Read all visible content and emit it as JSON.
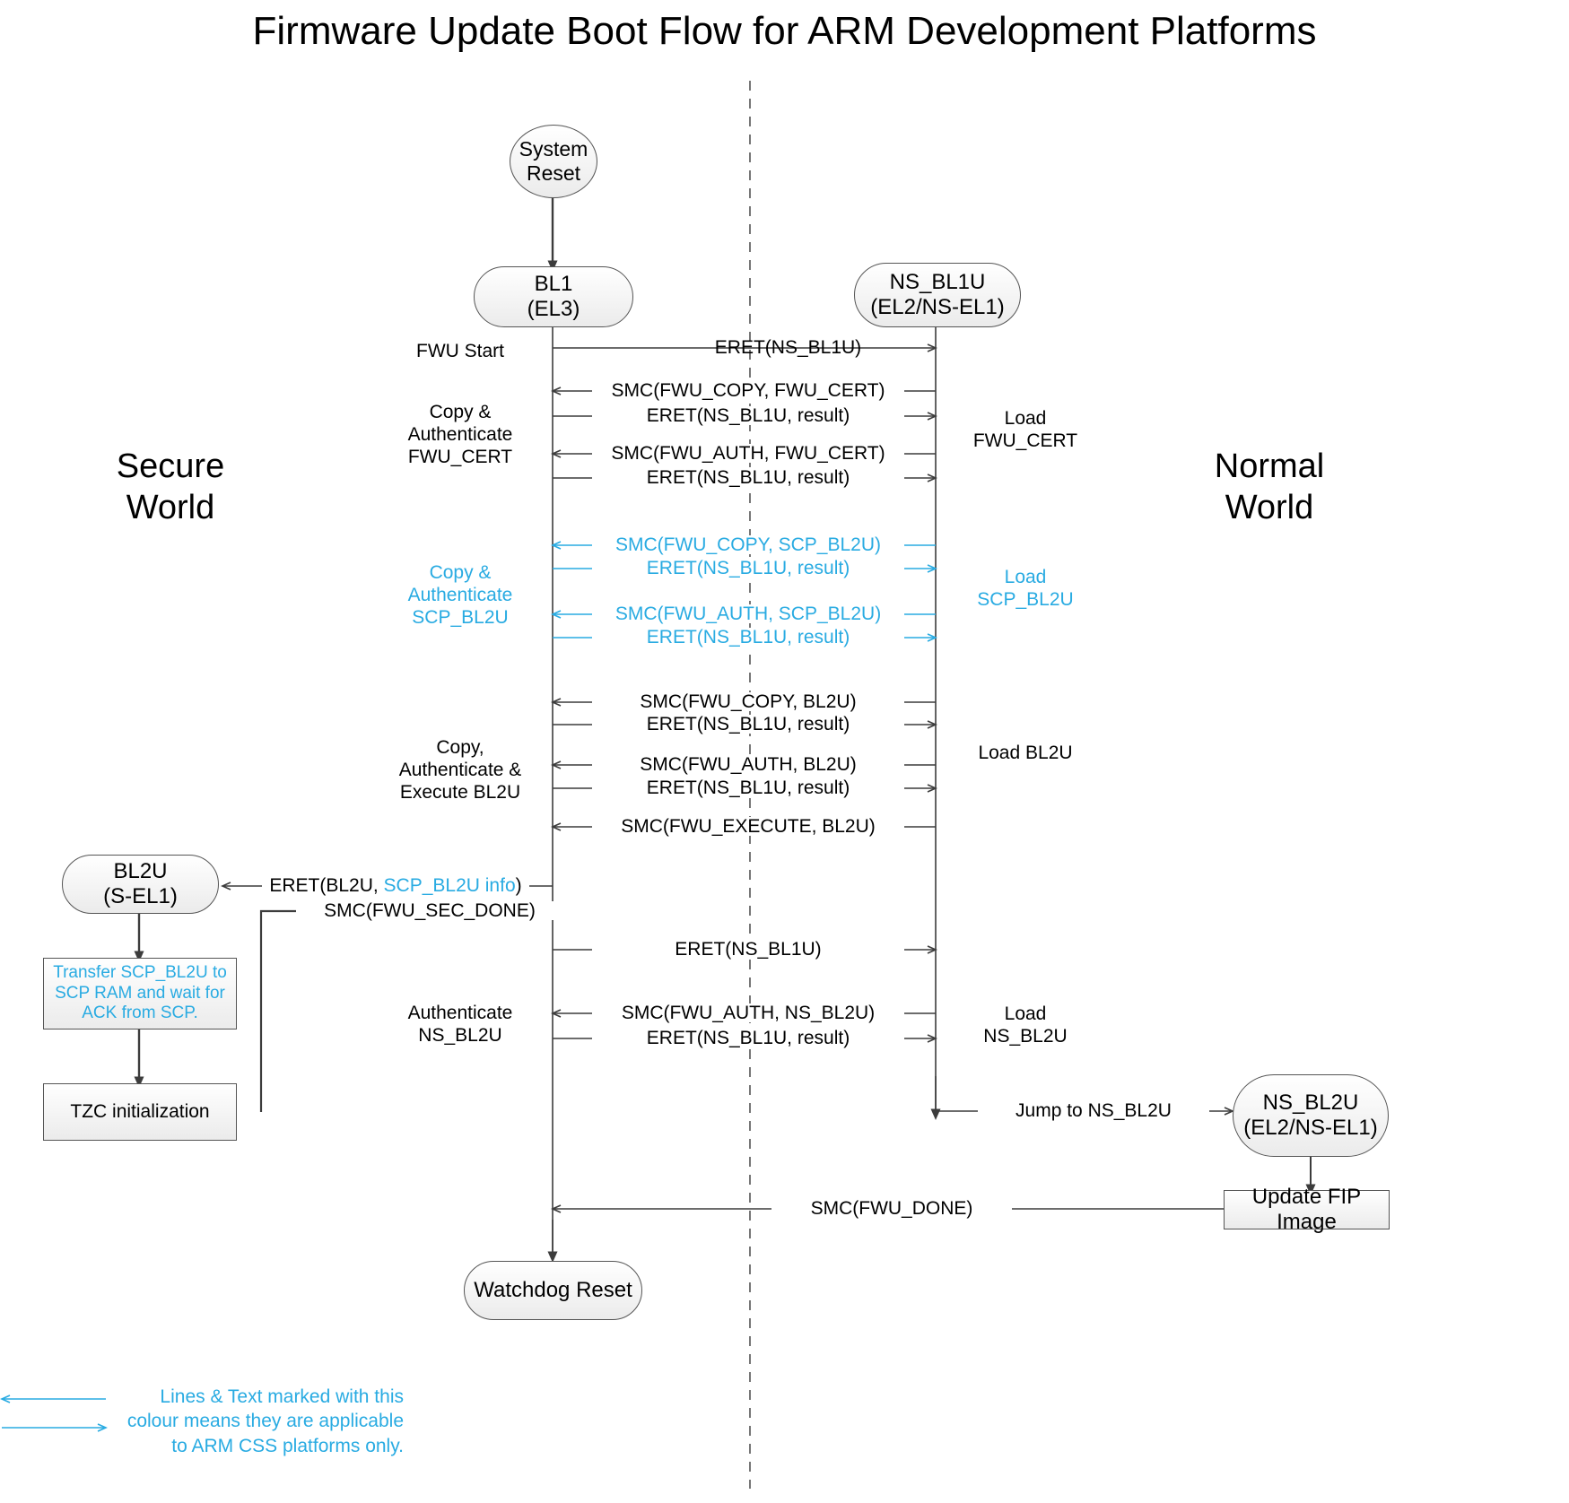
{
  "title": "Firmware Update Boot Flow for ARM Development Platforms",
  "colors": {
    "accent_cyan": "#29abe2",
    "line_black": "#3c3c3c",
    "node_border": "#555555",
    "background": "#ffffff"
  },
  "worlds": {
    "secure": "Secure\nWorld",
    "normal": "Normal\nWorld"
  },
  "nodes": {
    "system_reset": "System\nReset",
    "bl1": "BL1\n(EL3)",
    "ns_bl1u": "NS_BL1U\n(EL2/NS-EL1)",
    "bl2u": "BL2U\n(S-EL1)",
    "transfer_scp": "Transfer SCP_BL2U to\nSCP RAM and wait for\nACK from SCP.",
    "tzc_init": "TZC initialization",
    "ns_bl2u": "NS_BL2U\n(EL2/NS-EL1)",
    "update_fip": "Update FIP Image",
    "watchdog_reset": "Watchdog Reset"
  },
  "left_annotations": [
    {
      "id": "fwu-start",
      "text": "FWU Start",
      "cyan": false
    },
    {
      "id": "copy-auth-fwu-cert",
      "text": "Copy &\nAuthenticate\nFWU_CERT",
      "cyan": false
    },
    {
      "id": "copy-auth-scp-bl2u",
      "text": "Copy &\nAuthenticate\nSCP_BL2U",
      "cyan": true
    },
    {
      "id": "copy-auth-exec-bl2u",
      "text": "Copy,\nAuthenticate &\nExecute BL2U",
      "cyan": false
    },
    {
      "id": "authenticate-ns-bl2u",
      "text": "Authenticate\nNS_BL2U",
      "cyan": false
    }
  ],
  "right_annotations": [
    {
      "id": "load-fwu-cert",
      "text": "Load\nFWU_CERT",
      "cyan": false
    },
    {
      "id": "load-scp-bl2u",
      "text": "Load\nSCP_BL2U",
      "cyan": true
    },
    {
      "id": "load-bl2u",
      "text": "Load BL2U",
      "cyan": false
    },
    {
      "id": "load-ns-bl2u",
      "text": "Load\nNS_BL2U",
      "cyan": false
    }
  ],
  "messages": [
    {
      "id": "m1",
      "text": "ERET(NS_BL1U)",
      "dir": "right",
      "cyan": false
    },
    {
      "id": "m2",
      "text": "SMC(FWU_COPY, FWU_CERT)",
      "dir": "left",
      "cyan": false
    },
    {
      "id": "m3",
      "text": "ERET(NS_BL1U, result)",
      "dir": "right",
      "cyan": false
    },
    {
      "id": "m4",
      "text": "SMC(FWU_AUTH, FWU_CERT)",
      "dir": "left",
      "cyan": false
    },
    {
      "id": "m5",
      "text": "ERET(NS_BL1U, result)",
      "dir": "right",
      "cyan": false
    },
    {
      "id": "m6",
      "text": "SMC(FWU_COPY, SCP_BL2U)",
      "dir": "left",
      "cyan": true
    },
    {
      "id": "m7",
      "text": "ERET(NS_BL1U, result)",
      "dir": "right",
      "cyan": true
    },
    {
      "id": "m8",
      "text": "SMC(FWU_AUTH, SCP_BL2U)",
      "dir": "left",
      "cyan": true
    },
    {
      "id": "m9",
      "text": "ERET(NS_BL1U, result)",
      "dir": "right",
      "cyan": true
    },
    {
      "id": "m10",
      "text": "SMC(FWU_COPY, BL2U)",
      "dir": "left",
      "cyan": false
    },
    {
      "id": "m11",
      "text": "ERET(NS_BL1U, result)",
      "dir": "right",
      "cyan": false
    },
    {
      "id": "m12",
      "text": "SMC(FWU_AUTH, BL2U)",
      "dir": "left",
      "cyan": false
    },
    {
      "id": "m13",
      "text": "ERET(NS_BL1U, result)",
      "dir": "right",
      "cyan": false
    },
    {
      "id": "m14",
      "text": "SMC(FWU_EXECUTE, BL2U)",
      "dir": "left",
      "cyan": false
    },
    {
      "id": "m15",
      "text": "SMC(FWU_SEC_DONE)",
      "dir": "right",
      "cyan": false
    },
    {
      "id": "m16",
      "text": "ERET(NS_BL1U)",
      "dir": "right",
      "cyan": false
    },
    {
      "id": "m17",
      "text": "SMC(FWU_AUTH, NS_BL2U)",
      "dir": "left",
      "cyan": false
    },
    {
      "id": "m18",
      "text": "ERET(NS_BL1U, result)",
      "dir": "right",
      "cyan": false
    },
    {
      "id": "m19",
      "text": "Jump to NS_BL2U",
      "dir": "right",
      "cyan": false
    },
    {
      "id": "m20",
      "text": "SMC(FWU_DONE)",
      "dir": "left",
      "cyan": false
    }
  ],
  "mixed_messages": {
    "eret_bl2u": {
      "prefix": "ERET(BL2U, ",
      "accent": "SCP_BL2U info",
      "suffix": ")"
    }
  },
  "legend": {
    "text": "Lines & Text marked with this\ncolour means they are applicable\nto ARM CSS platforms only."
  }
}
